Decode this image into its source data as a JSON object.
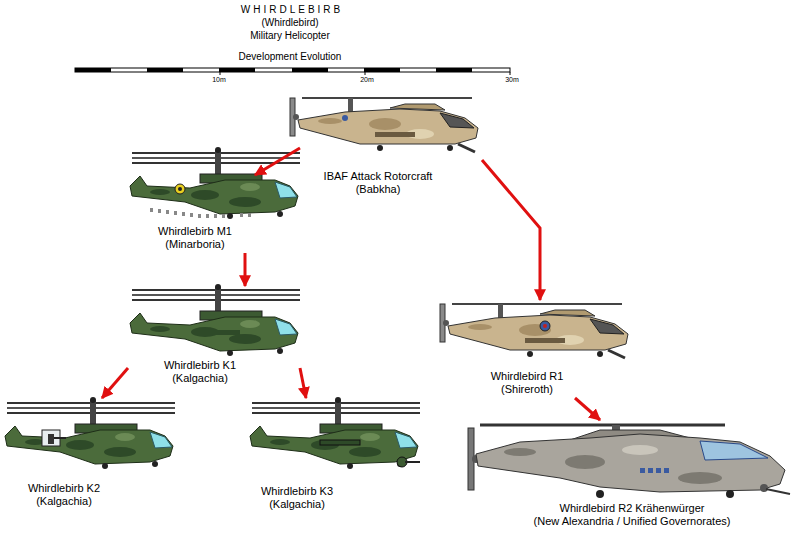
{
  "diagram": {
    "title": "WHIRDLEBIRB",
    "nodes": [
      {
        "text": [
          "IBAF Attack Rotorcraft",
          "(Babkha)"
        ]
      },
      {
        "text": [
          "Whirdlebirb M1",
          "(Minarboria)"
        ]
      },
      {
        "text": [
          "Whirdlebirb K1",
          "(Kalgachia)"
        ]
      },
      {
        "text": [
          "Whirdlebirb K2",
          "(Kalgachia)"
        ]
      },
      {
        "text": [
          "Whirdlebirb K3",
          "(Kalgachia)"
        ]
      },
      {
        "text": [
          "Whirdlebird R1",
          "(Shireroth)"
        ]
      },
      {
        "text": [
          "Whirdlebird R2 Krähenwürger",
          "(New Alexandria / Unified Governorates)"
        ]
      }
    ],
    "edges": [
      {
        "from": 0,
        "to": 1,
        "arrow": "to"
      },
      {
        "from": 0,
        "to": 5,
        "arrow": "to"
      },
      {
        "from": 1,
        "to": 2,
        "arrow": "to"
      },
      {
        "from": 2,
        "to": 3,
        "arrow": "to"
      },
      {
        "from": 2,
        "to": 4,
        "arrow": "to"
      },
      {
        "from": 5,
        "to": 6,
        "arrow": "to"
      }
    ],
    "labels": [
      "(Whirdlebird)",
      "Military Helicopter",
      "Development Evolution",
      "10m",
      "20m",
      "30m"
    ]
  }
}
